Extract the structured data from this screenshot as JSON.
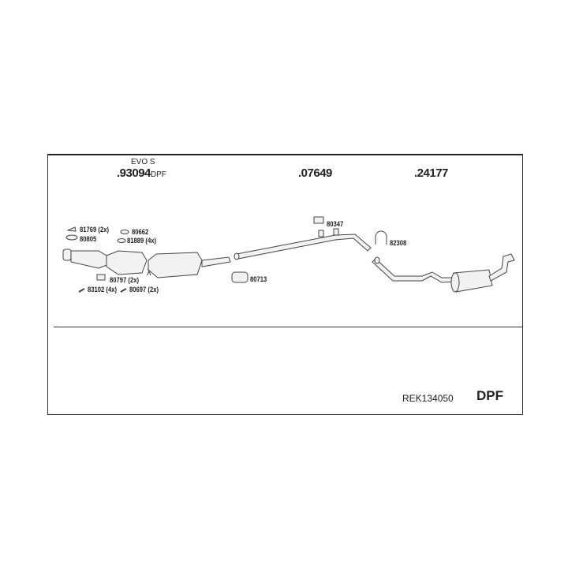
{
  "groups": [
    {
      "subtitle": "EVO S",
      "number": ".93094",
      "suffix": "DPF"
    },
    {
      "number": ".07649"
    },
    {
      "number": ".24177"
    }
  ],
  "parts": [
    "81769 (2x)",
    "80805",
    "80662",
    "81889 (4x)",
    "80797 (2x)",
    "83102 (4x)",
    "80697 (2x)",
    "80713",
    "80347",
    "82308"
  ],
  "lambda": "λ",
  "footer": {
    "code": "REK134050",
    "tag": "DPF"
  }
}
